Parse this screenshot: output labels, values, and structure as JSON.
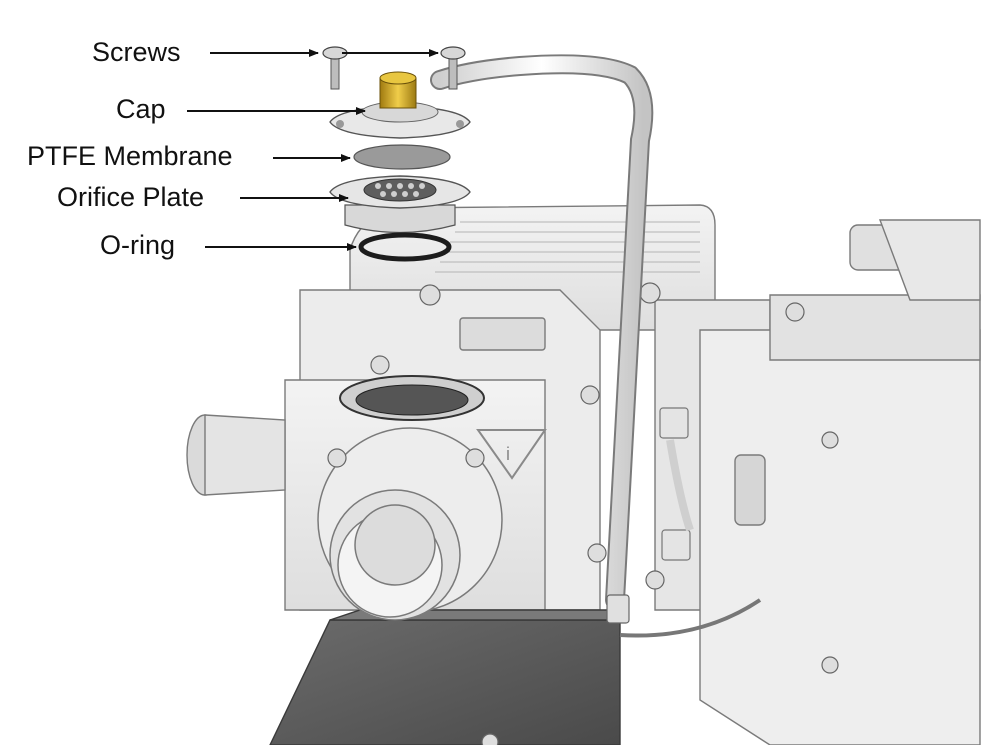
{
  "diagram": {
    "labels": {
      "screws": "Screws",
      "cap": "Cap",
      "ptfe_membrane": "PTFE Membrane",
      "orifice_plate": "Orifice Plate",
      "o_ring": "O-ring"
    },
    "colors": {
      "line": "#111111",
      "body_fill": "#e9e9e9",
      "body_edge": "#7a7a7a",
      "dark_panel": "#5f5f5f",
      "brass": "#c9a227",
      "membrane": "#9a9a9a",
      "oring": "#1c1c1c"
    }
  }
}
